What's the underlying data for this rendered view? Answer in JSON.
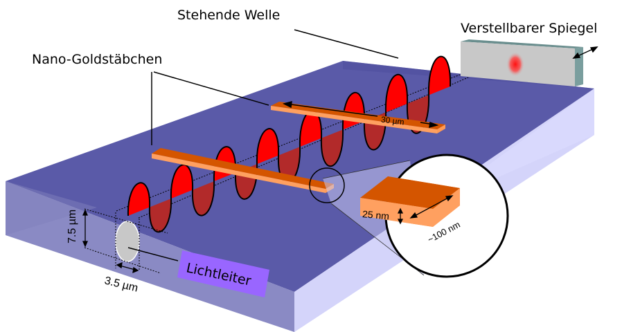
{
  "labels": {
    "standing_wave": "Stehende Welle",
    "gold_rods": "Nano-Goldstäbchen",
    "mirror": "Verstellbarer Spiegel",
    "waveguide": "Lichtleiter"
  },
  "dimensions": {
    "rod_length": "30 µm",
    "waveguide_height": "7.5 µm",
    "waveguide_width": "3.5 µm",
    "rod_thickness": "25 nm",
    "rod_width": "~100 nm"
  },
  "colors": {
    "substrate_top": "#5a5aa8",
    "substrate_front": "#8a8ac4",
    "substrate_side": "#d4d4fa",
    "wave_upper": "#ff0000",
    "wave_lower": "#b22a2a",
    "rod_top": "#d45500",
    "rod_side": "#ffa060",
    "mirror_face": "#c8c8c8",
    "mirror_edge": "#7a9e9e",
    "lichtleiter_bg": "#9966ff"
  }
}
